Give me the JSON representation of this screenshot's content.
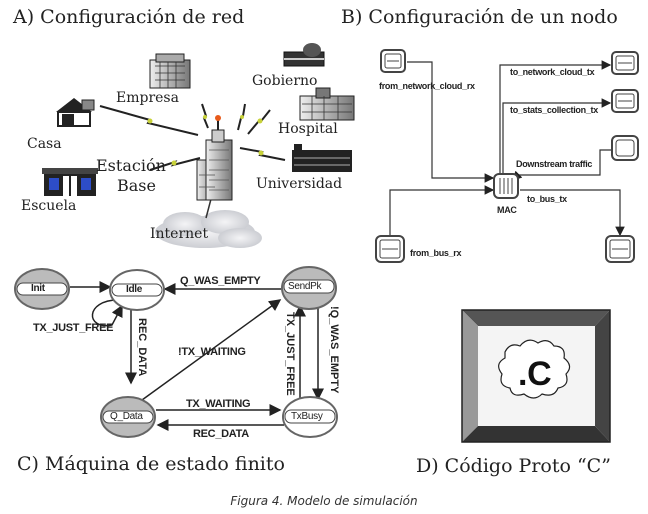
{
  "panels": {
    "a": {
      "title": "A) Configuración de red",
      "nodes": {
        "empresa": "Empresa",
        "gobierno": "Gobierno",
        "hospital": "Hospital",
        "casa": "Casa",
        "estacion": "Estación",
        "base": "Base",
        "universidad": "Universidad",
        "escuela": "Escuela",
        "internet": "Internet"
      }
    },
    "b": {
      "title": "B) Configuración de un nodo",
      "ports": {
        "from_network_cloud_rx": "from_network_cloud_rx",
        "to_network_cloud_tx": "to_network_cloud_tx",
        "to_stats_collection_tx": "to_stats_collection_tx",
        "downstream_traffic": "Downstream traffic",
        "mac": "MAC",
        "to_bus_tx": "to_bus_tx",
        "from_bus_rx": "from_bus_rx"
      }
    },
    "c": {
      "title": "C) Máquina de estado finito",
      "states": {
        "init": "Init",
        "idle": "Idle",
        "sendpk": "SendPk",
        "q_data": "Q_Data",
        "txbusy": "TxBusy"
      },
      "transitions": {
        "q_was_empty": "Q_WAS_EMPTY",
        "tx_just_free_loop": "TX_JUST_FREE",
        "rec_data_down": "REC_DATA",
        "not_tx_waiting": "!TX_WAITING",
        "tx_just_free": "TX_JUST_FREE",
        "not_q_was_empty": "!Q_WAS_EMPTY",
        "tx_waiting": "TX_WAITING",
        "rec_data_back": "REC_DATA"
      }
    },
    "d": {
      "title": "D) Código Proto “C”",
      "icon_text": ".C"
    }
  },
  "caption": "Figura 4. Modelo de simulación"
}
